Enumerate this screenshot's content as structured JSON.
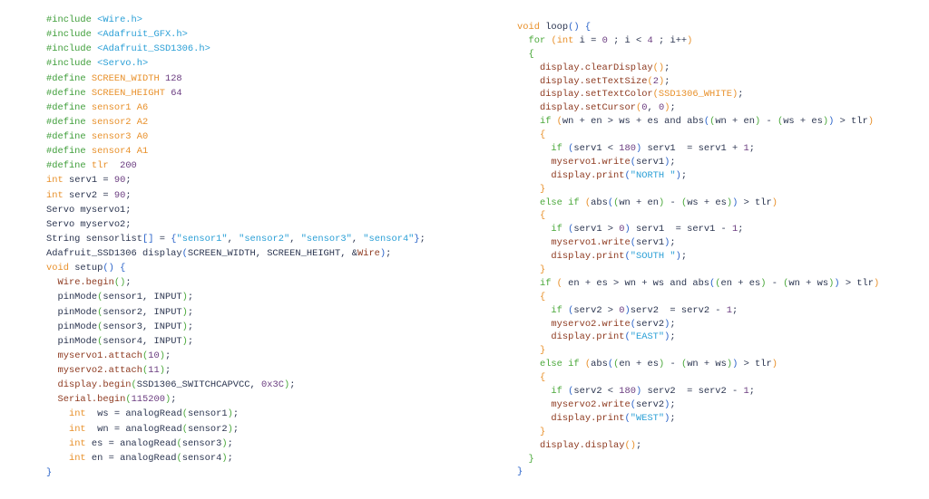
{
  "left_code": [
    [
      [
        "p",
        "#include "
      ],
      [
        "s",
        "<Wire.h>"
      ]
    ],
    [
      [
        "p",
        "#include "
      ],
      [
        "s",
        "<Adafruit_GFX.h>"
      ]
    ],
    [
      [
        "p",
        "#include "
      ],
      [
        "s",
        "<Adafruit_SSD1306.h>"
      ]
    ],
    [
      [
        "p",
        "#include "
      ],
      [
        "s",
        "<Servo.h>"
      ]
    ],
    [
      [
        "p",
        "#define "
      ],
      [
        "m",
        "SCREEN_WIDTH"
      ],
      [
        "n",
        " 128"
      ]
    ],
    [
      [
        "p",
        "#define "
      ],
      [
        "m",
        "SCREEN_HEIGHT"
      ],
      [
        "n",
        " 64"
      ]
    ],
    [
      [
        "p",
        "#define "
      ],
      [
        "m",
        "sensor1 A6"
      ]
    ],
    [
      [
        "p",
        "#define "
      ],
      [
        "m",
        "sensor2 A2"
      ]
    ],
    [
      [
        "p",
        "#define "
      ],
      [
        "m",
        "sensor3 A0"
      ]
    ],
    [
      [
        "p",
        "#define "
      ],
      [
        "m",
        "sensor4 A1"
      ]
    ],
    [
      [
        "p",
        "#define "
      ],
      [
        "m",
        "tlr"
      ],
      [
        "n",
        "  200"
      ]
    ],
    [
      [
        "k",
        "int"
      ],
      [
        "t",
        " serv1 = "
      ],
      [
        "n",
        "90"
      ],
      [
        "t",
        ";"
      ]
    ],
    [
      [
        "k",
        "int"
      ],
      [
        "t",
        " serv2 = "
      ],
      [
        "n",
        "90"
      ],
      [
        "t",
        ";"
      ]
    ],
    [
      [
        "t",
        "Servo myservo1;"
      ]
    ],
    [
      [
        "t",
        "Servo myservo2;"
      ]
    ],
    [
      [
        "t",
        "String sensorlist"
      ],
      [
        "b",
        "[]"
      ],
      [
        "t",
        " = "
      ],
      [
        "b",
        "{"
      ],
      [
        "s",
        "\"sensor1\""
      ],
      [
        "t",
        ", "
      ],
      [
        "s",
        "\"sensor2\""
      ],
      [
        "t",
        ", "
      ],
      [
        "s",
        "\"sensor3\""
      ],
      [
        "t",
        ", "
      ],
      [
        "s",
        "\"sensor4\""
      ],
      [
        "b",
        "}"
      ],
      [
        "t",
        ";"
      ]
    ],
    [
      [
        "t",
        "Adafruit_SSD1306 display"
      ],
      [
        "b",
        "("
      ],
      [
        "t",
        "SCREEN_WIDTH, SCREEN_HEIGHT, &"
      ],
      [
        "f",
        "Wire"
      ],
      [
        "b",
        ")"
      ],
      [
        "t",
        ";"
      ]
    ],
    [
      [
        "k",
        "void"
      ],
      [
        "t",
        " setup"
      ],
      [
        "b",
        "() {"
      ]
    ],
    [
      [
        "t",
        "  "
      ],
      [
        "f",
        "Wire.begin"
      ],
      [
        "g",
        "()"
      ],
      [
        "t",
        ";"
      ]
    ],
    [
      [
        "t",
        "  pinMode"
      ],
      [
        "g",
        "("
      ],
      [
        "t",
        "sensor1, INPUT"
      ],
      [
        "g",
        ")"
      ],
      [
        "t",
        ";"
      ]
    ],
    [
      [
        "t",
        "  pinMode"
      ],
      [
        "g",
        "("
      ],
      [
        "t",
        "sensor2, INPUT"
      ],
      [
        "g",
        ")"
      ],
      [
        "t",
        ";"
      ]
    ],
    [
      [
        "t",
        "  pinMode"
      ],
      [
        "g",
        "("
      ],
      [
        "t",
        "sensor3, INPUT"
      ],
      [
        "g",
        ")"
      ],
      [
        "t",
        ";"
      ]
    ],
    [
      [
        "t",
        "  pinMode"
      ],
      [
        "g",
        "("
      ],
      [
        "t",
        "sensor4, INPUT"
      ],
      [
        "g",
        ")"
      ],
      [
        "t",
        ";"
      ]
    ],
    [
      [
        "t",
        "  "
      ],
      [
        "f",
        "myservo1.attach"
      ],
      [
        "g",
        "("
      ],
      [
        "n",
        "10"
      ],
      [
        "g",
        ")"
      ],
      [
        "t",
        ";"
      ]
    ],
    [
      [
        "t",
        "  "
      ],
      [
        "f",
        "myservo2.attach"
      ],
      [
        "g",
        "("
      ],
      [
        "n",
        "11"
      ],
      [
        "g",
        ")"
      ],
      [
        "t",
        ";"
      ]
    ],
    [
      [
        "t",
        "  "
      ],
      [
        "f",
        "display.begin"
      ],
      [
        "g",
        "("
      ],
      [
        "t",
        "SSD1306_SWITCHCAPVCC, "
      ],
      [
        "n",
        "0x3C"
      ],
      [
        "g",
        ")"
      ],
      [
        "t",
        ";"
      ]
    ],
    [
      [
        "t",
        "  "
      ],
      [
        "f",
        "Serial.begin"
      ],
      [
        "g",
        "("
      ],
      [
        "n",
        "115200"
      ],
      [
        "g",
        ")"
      ],
      [
        "t",
        ";"
      ]
    ],
    [
      [
        "t",
        "    "
      ],
      [
        "k",
        "int"
      ],
      [
        "t",
        "  ws = analogRead"
      ],
      [
        "g",
        "("
      ],
      [
        "t",
        "sensor1"
      ],
      [
        "g",
        ")"
      ],
      [
        "t",
        ";"
      ]
    ],
    [
      [
        "t",
        "    "
      ],
      [
        "k",
        "int"
      ],
      [
        "t",
        "  wn = analogRead"
      ],
      [
        "g",
        "("
      ],
      [
        "t",
        "sensor2"
      ],
      [
        "g",
        ")"
      ],
      [
        "t",
        ";"
      ]
    ],
    [
      [
        "t",
        "    "
      ],
      [
        "k",
        "int"
      ],
      [
        "t",
        " es = analogRead"
      ],
      [
        "g",
        "("
      ],
      [
        "t",
        "sensor3"
      ],
      [
        "g",
        ")"
      ],
      [
        "t",
        ";"
      ]
    ],
    [
      [
        "t",
        "    "
      ],
      [
        "k",
        "int"
      ],
      [
        "t",
        " en = analogRead"
      ],
      [
        "g",
        "("
      ],
      [
        "t",
        "sensor4"
      ],
      [
        "g",
        ")"
      ],
      [
        "t",
        ";"
      ]
    ],
    [
      [
        "b",
        "}"
      ]
    ]
  ],
  "right_code": [
    [
      [
        "k",
        "void"
      ],
      [
        "t",
        " loop"
      ],
      [
        "b",
        "() {"
      ]
    ],
    [
      [
        "t",
        "  "
      ],
      [
        "g",
        "for "
      ],
      [
        "o",
        "("
      ],
      [
        "k",
        "int"
      ],
      [
        "t",
        " i = "
      ],
      [
        "n",
        "0"
      ],
      [
        "t",
        " ; i < "
      ],
      [
        "n",
        "4"
      ],
      [
        "t",
        " ; i++"
      ],
      [
        "o",
        ")"
      ]
    ],
    [
      [
        "t",
        "  "
      ],
      [
        "g",
        "{"
      ]
    ],
    [
      [
        "t",
        "    "
      ],
      [
        "f",
        "display.clearDisplay"
      ],
      [
        "o",
        "()"
      ],
      [
        "t",
        ";"
      ]
    ],
    [
      [
        "t",
        "    "
      ],
      [
        "f",
        "display.setTextSize"
      ],
      [
        "o",
        "("
      ],
      [
        "n",
        "2"
      ],
      [
        "o",
        ")"
      ],
      [
        "t",
        ";"
      ]
    ],
    [
      [
        "t",
        "    "
      ],
      [
        "f",
        "display.setTextColor"
      ],
      [
        "o",
        "("
      ],
      [
        "m",
        "SSD1306_WHITE"
      ],
      [
        "o",
        ")"
      ],
      [
        "t",
        ";"
      ]
    ],
    [
      [
        "t",
        "    "
      ],
      [
        "f",
        "display.setCursor"
      ],
      [
        "o",
        "("
      ],
      [
        "n",
        "0"
      ],
      [
        "t",
        ", "
      ],
      [
        "n",
        "0"
      ],
      [
        "o",
        ")"
      ],
      [
        "t",
        ";"
      ]
    ],
    [
      [
        "t",
        "    "
      ],
      [
        "g",
        "if "
      ],
      [
        "o",
        "("
      ],
      [
        "t",
        "wn + en > ws + es and abs"
      ],
      [
        "b",
        "("
      ],
      [
        "g",
        "("
      ],
      [
        "t",
        "wn + en"
      ],
      [
        "g",
        ")"
      ],
      [
        "t",
        " - "
      ],
      [
        "g",
        "("
      ],
      [
        "t",
        "ws + es"
      ],
      [
        "g",
        ")"
      ],
      [
        "b",
        ")"
      ],
      [
        "t",
        " > tlr"
      ],
      [
        "o",
        ")"
      ]
    ],
    [
      [
        "t",
        "    "
      ],
      [
        "o",
        "{"
      ]
    ],
    [
      [
        "t",
        "      "
      ],
      [
        "g",
        "if "
      ],
      [
        "b",
        "("
      ],
      [
        "t",
        "serv1 < "
      ],
      [
        "n",
        "180"
      ],
      [
        "b",
        ")"
      ],
      [
        "t",
        " serv1  = serv1 + "
      ],
      [
        "n",
        "1"
      ],
      [
        "t",
        ";"
      ]
    ],
    [
      [
        "t",
        "      "
      ],
      [
        "f",
        "myservo1.write"
      ],
      [
        "b",
        "("
      ],
      [
        "t",
        "serv1"
      ],
      [
        "b",
        ")"
      ],
      [
        "t",
        ";"
      ]
    ],
    [
      [
        "t",
        "      "
      ],
      [
        "f",
        "display.print"
      ],
      [
        "b",
        "("
      ],
      [
        "s",
        "\"NORTH \""
      ],
      [
        "b",
        ")"
      ],
      [
        "t",
        ";"
      ]
    ],
    [
      [
        "t",
        "    "
      ],
      [
        "o",
        "}"
      ]
    ],
    [
      [
        "t",
        "    "
      ],
      [
        "g",
        "else if "
      ],
      [
        "o",
        "("
      ],
      [
        "t",
        "abs"
      ],
      [
        "b",
        "("
      ],
      [
        "g",
        "("
      ],
      [
        "t",
        "wn + en"
      ],
      [
        "g",
        ")"
      ],
      [
        "t",
        " - "
      ],
      [
        "g",
        "("
      ],
      [
        "t",
        "ws + es"
      ],
      [
        "g",
        ")"
      ],
      [
        "b",
        ")"
      ],
      [
        "t",
        " > tlr"
      ],
      [
        "o",
        ")"
      ]
    ],
    [
      [
        "t",
        "    "
      ],
      [
        "o",
        "{"
      ]
    ],
    [
      [
        "t",
        "      "
      ],
      [
        "g",
        "if "
      ],
      [
        "b",
        "("
      ],
      [
        "t",
        "serv1 > "
      ],
      [
        "n",
        "0"
      ],
      [
        "b",
        ")"
      ],
      [
        "t",
        " serv1  = serv1 - "
      ],
      [
        "n",
        "1"
      ],
      [
        "t",
        ";"
      ]
    ],
    [
      [
        "t",
        "      "
      ],
      [
        "f",
        "myservo1.write"
      ],
      [
        "b",
        "("
      ],
      [
        "t",
        "serv1"
      ],
      [
        "b",
        ")"
      ],
      [
        "t",
        ";"
      ]
    ],
    [
      [
        "t",
        "      "
      ],
      [
        "f",
        "display.print"
      ],
      [
        "b",
        "("
      ],
      [
        "s",
        "\"SOUTH \""
      ],
      [
        "b",
        ")"
      ],
      [
        "t",
        ";"
      ]
    ],
    [
      [
        "t",
        "    "
      ],
      [
        "o",
        "}"
      ]
    ],
    [
      [
        "t",
        "    "
      ],
      [
        "g",
        "if "
      ],
      [
        "o",
        "( "
      ],
      [
        "t",
        "en + es > wn + ws and abs"
      ],
      [
        "b",
        "("
      ],
      [
        "g",
        "("
      ],
      [
        "t",
        "en + es"
      ],
      [
        "g",
        ")"
      ],
      [
        "t",
        " - "
      ],
      [
        "g",
        "("
      ],
      [
        "t",
        "wn + ws"
      ],
      [
        "g",
        ")"
      ],
      [
        "b",
        ")"
      ],
      [
        "t",
        " > tlr"
      ],
      [
        "o",
        ")"
      ]
    ],
    [
      [
        "t",
        "    "
      ],
      [
        "o",
        "{"
      ]
    ],
    [
      [
        "t",
        "      "
      ],
      [
        "g",
        "if "
      ],
      [
        "b",
        "("
      ],
      [
        "t",
        "serv2 > "
      ],
      [
        "n",
        "0"
      ],
      [
        "b",
        ")"
      ],
      [
        "t",
        "serv2  = serv2 - "
      ],
      [
        "n",
        "1"
      ],
      [
        "t",
        ";"
      ]
    ],
    [
      [
        "t",
        "      "
      ],
      [
        "f",
        "myservo2.write"
      ],
      [
        "b",
        "("
      ],
      [
        "t",
        "serv2"
      ],
      [
        "b",
        ")"
      ],
      [
        "t",
        ";"
      ]
    ],
    [
      [
        "t",
        "      "
      ],
      [
        "f",
        "display.print"
      ],
      [
        "b",
        "("
      ],
      [
        "s",
        "\"EAST\""
      ],
      [
        "b",
        ")"
      ],
      [
        "t",
        ";"
      ]
    ],
    [
      [
        "t",
        "    "
      ],
      [
        "o",
        "}"
      ]
    ],
    [
      [
        "t",
        "    "
      ],
      [
        "g",
        "else if "
      ],
      [
        "o",
        "("
      ],
      [
        "t",
        "abs"
      ],
      [
        "b",
        "("
      ],
      [
        "g",
        "("
      ],
      [
        "t",
        "en + es"
      ],
      [
        "g",
        ")"
      ],
      [
        "t",
        " - "
      ],
      [
        "g",
        "("
      ],
      [
        "t",
        "wn + ws"
      ],
      [
        "g",
        ")"
      ],
      [
        "b",
        ")"
      ],
      [
        "t",
        " > tlr"
      ],
      [
        "o",
        ")"
      ]
    ],
    [
      [
        "t",
        "    "
      ],
      [
        "o",
        "{"
      ]
    ],
    [
      [
        "t",
        "      "
      ],
      [
        "g",
        "if "
      ],
      [
        "b",
        "("
      ],
      [
        "t",
        "serv2 < "
      ],
      [
        "n",
        "180"
      ],
      [
        "b",
        ")"
      ],
      [
        "t",
        " serv2  = serv2 - "
      ],
      [
        "n",
        "1"
      ],
      [
        "t",
        ";"
      ]
    ],
    [
      [
        "t",
        "      "
      ],
      [
        "f",
        "myservo2.write"
      ],
      [
        "b",
        "("
      ],
      [
        "t",
        "serv2"
      ],
      [
        "b",
        ")"
      ],
      [
        "t",
        ";"
      ]
    ],
    [
      [
        "t",
        "      "
      ],
      [
        "f",
        "display.print"
      ],
      [
        "b",
        "("
      ],
      [
        "s",
        "\"WEST\""
      ],
      [
        "b",
        ")"
      ],
      [
        "t",
        ";"
      ]
    ],
    [
      [
        "t",
        "    "
      ],
      [
        "o",
        "}"
      ]
    ],
    [
      [
        "t",
        "    "
      ],
      [
        "f",
        "display.display"
      ],
      [
        "o",
        "()"
      ],
      [
        "t",
        ";"
      ]
    ],
    [
      [
        "t",
        "  "
      ],
      [
        "g",
        "}"
      ]
    ],
    [
      [
        "b",
        "}"
      ]
    ]
  ]
}
